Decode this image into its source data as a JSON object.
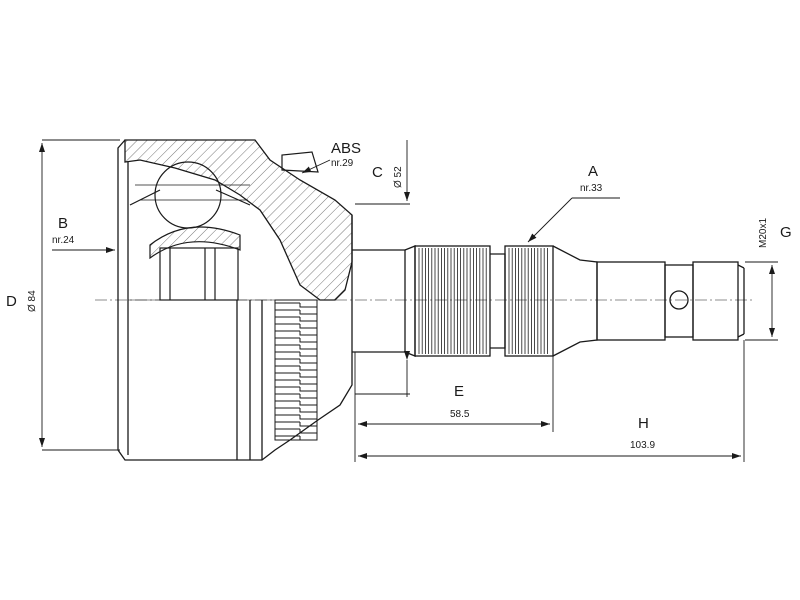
{
  "labels": {
    "abs": {
      "letter": "ABS",
      "note": "nr.29"
    },
    "a": {
      "letter": "A",
      "note": "nr.33"
    },
    "b": {
      "letter": "B",
      "note": "nr.24"
    },
    "c": {
      "letter": "C",
      "note": "Ø 52"
    },
    "d": {
      "letter": "D",
      "note": "Ø 84"
    },
    "e": {
      "letter": "E",
      "note": "58.5"
    },
    "g": {
      "letter": "G",
      "note": "M20x1"
    },
    "h": {
      "letter": "H",
      "note": "103.9"
    }
  },
  "colors": {
    "line": "#1a1a1a",
    "hatch": "#555555",
    "background": "#ffffff"
  }
}
